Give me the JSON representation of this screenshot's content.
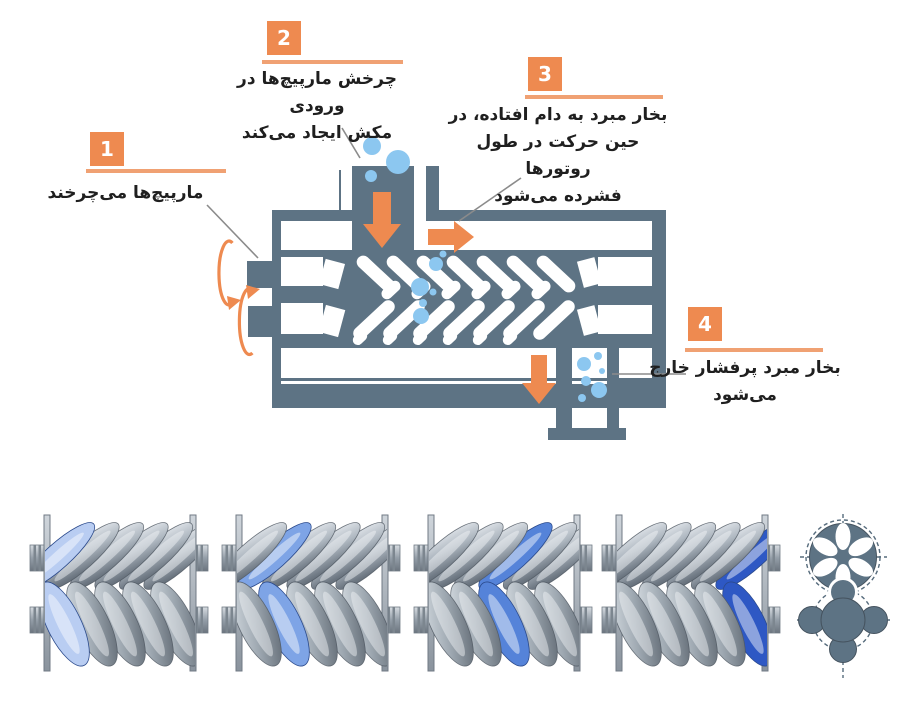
{
  "steps": [
    {
      "number": "1",
      "text": "مارپیچ‌ها می‌چرخند"
    },
    {
      "number": "2",
      "text": "چرخش مارپیچ‌ها در ورودی\nمکش ایجاد می‌کند"
    },
    {
      "number": "3",
      "text": "بخار مبرد به دام افتاده، در\nحین حرکت در طول روتورها\nفشرده می‌شود"
    },
    {
      "number": "4",
      "text": "بخار مبرد پرفشار خارج\nمی‌شود"
    }
  ],
  "colors": {
    "housing": "#5d7384",
    "accent": "#ee8a50",
    "accent_light": "#f0a173",
    "bubble": "#8cc7f0",
    "connector": "#8b8b8b",
    "ink": "#1f1f1f",
    "rotor_metal_light": "#e9edf1",
    "rotor_metal_mid": "#9aa4ae",
    "rotor_metal_dark": "#57606a"
  },
  "rotor_sequence": {
    "frames": [
      {
        "blue_top_lobe": 0,
        "blue_bottom_lobe": 0,
        "blue": "#b9cdf2"
      },
      {
        "blue_top_lobe": 1,
        "blue_bottom_lobe": 1,
        "blue": "#7ea4e6"
      },
      {
        "blue_top_lobe": 3,
        "blue_bottom_lobe": 2,
        "blue": "#5583d9"
      },
      {
        "blue_top_lobe": 5,
        "blue_bottom_lobe": 4,
        "blue": "#2e58c4"
      }
    ]
  }
}
